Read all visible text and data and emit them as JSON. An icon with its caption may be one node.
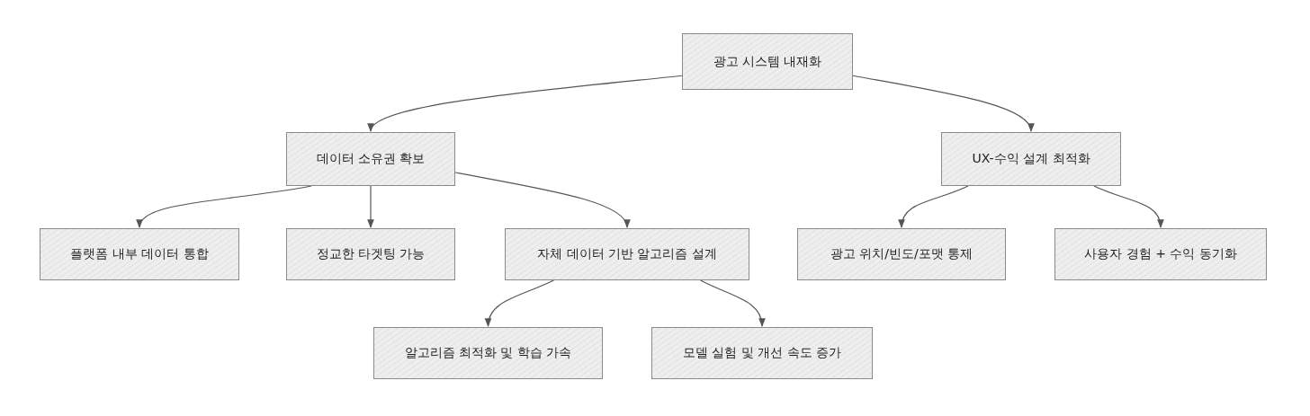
{
  "diagram": {
    "nodes": [
      {
        "text": [
          "광고 시스템 내재화"
        ]
      },
      {
        "text": [
          "데이터 소유권 확보"
        ]
      },
      {
        "text": [
          "UX-수익 설계 최적화"
        ]
      },
      {
        "text": [
          "플랫폼 내부 데이터 통합"
        ]
      },
      {
        "text": [
          "정교한 타겟팅 가능"
        ]
      },
      {
        "text": [
          "자체 데이터 기반 알고리즘 설계"
        ]
      },
      {
        "text": [
          "광고 위치/빈도/포맷 통제"
        ]
      },
      {
        "text": [
          "사용자 경험 + 수익 동기화"
        ]
      },
      {
        "text": [
          "알고리즘 최적화 및 학습 가속"
        ]
      },
      {
        "text": [
          "모델 실험 및 개선 속도 증가"
        ]
      }
    ],
    "edges": [
      {
        "from": 0,
        "to": 1,
        "arrow": "to"
      },
      {
        "from": 0,
        "to": 2,
        "arrow": "to"
      },
      {
        "from": 1,
        "to": 3,
        "arrow": "to"
      },
      {
        "from": 1,
        "to": 4,
        "arrow": "to"
      },
      {
        "from": 1,
        "to": 5,
        "arrow": "to"
      },
      {
        "from": 2,
        "to": 6,
        "arrow": "to"
      },
      {
        "from": 2,
        "to": 7,
        "arrow": "to"
      },
      {
        "from": 5,
        "to": 8,
        "arrow": "to"
      },
      {
        "from": 5,
        "to": 9,
        "arrow": "to"
      }
    ]
  }
}
